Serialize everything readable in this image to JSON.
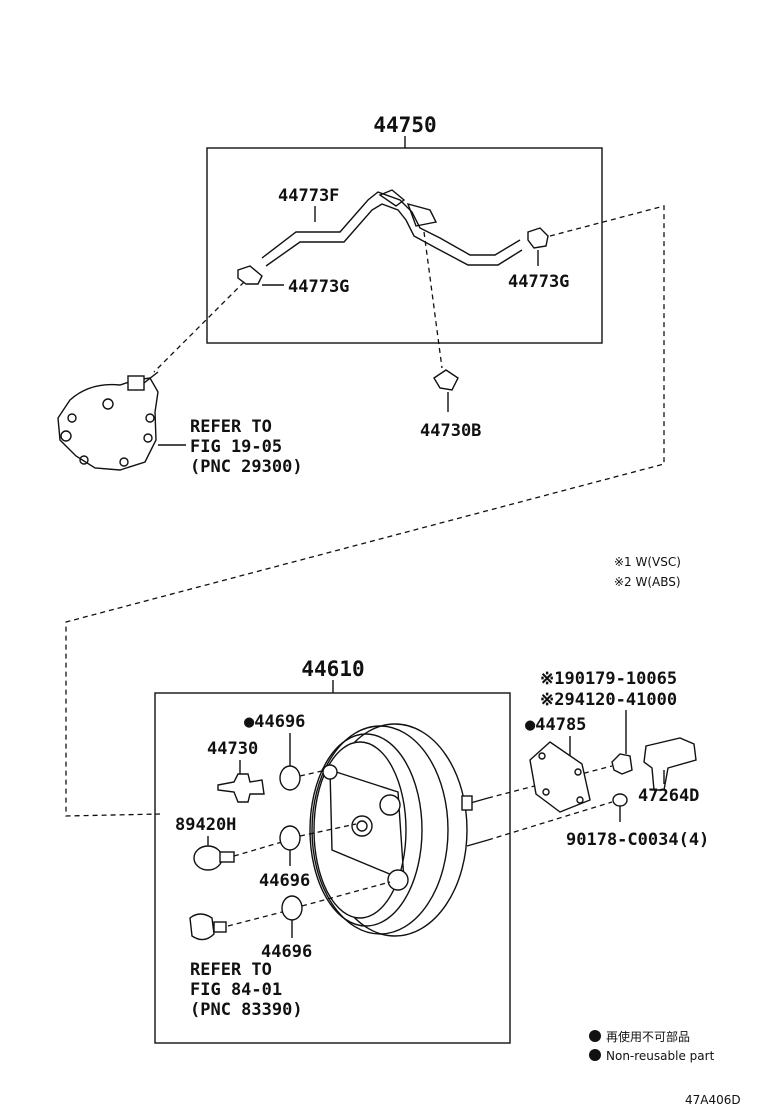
{
  "parts": {
    "hose_assembly": "44750",
    "hose": "44773F",
    "clamp_left": "44773G",
    "clamp_right": "44773G",
    "clip": "44730B",
    "booster": "44610",
    "grommet_top": "●44696",
    "check_valve": "44730",
    "sensor": "89420H",
    "grommet_mid": "44696",
    "grommet_bottom": "44696",
    "gasket": "●44785",
    "nut_vsc": "※190179-10065",
    "nut_abs": "※294120-41000",
    "bracket": "47264D",
    "nut_small": "90178-C0034(4)"
  },
  "refs": {
    "pump": [
      "REFER TO",
      "FIG 19-05",
      "(PNC 29300)"
    ],
    "sensor": [
      "REFER TO",
      "FIG 84-01",
      "(PNC 83390)"
    ]
  },
  "notes": {
    "vsc": "※1 W(VSC)",
    "abs": "※2 W(ABS)"
  },
  "legend": {
    "jp": "再使用不可部品",
    "en": "Non-reusable part"
  },
  "figure_id": "47A406D"
}
